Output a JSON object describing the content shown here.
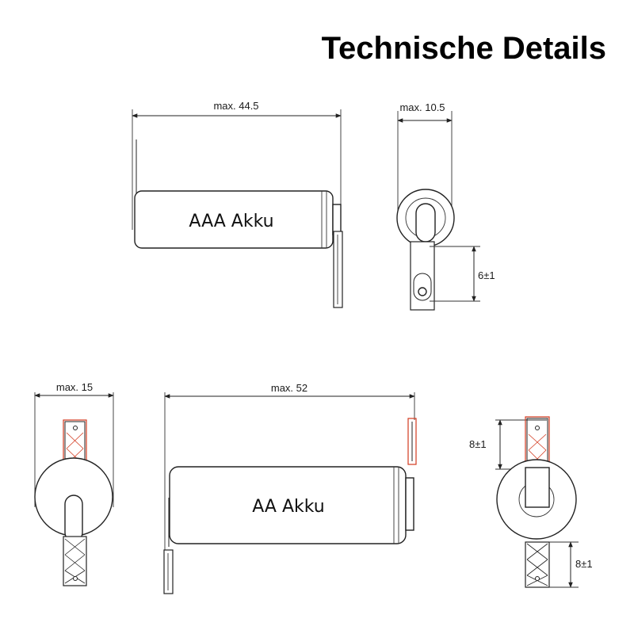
{
  "title": "Technische Details",
  "aaa": {
    "label": "AAA Akku",
    "length_dim": "max. 44.5",
    "diameter_dim": "max. 10.5",
    "tab_dim": "6±1"
  },
  "aa": {
    "label": "AA Akku",
    "width_dim": "max. 15",
    "length_dim": "max. 52",
    "tab_top_dim": "8±1",
    "tab_bottom_dim": "8±1"
  },
  "colors": {
    "outline": "#222222",
    "highlight": "#d33a1f"
  }
}
